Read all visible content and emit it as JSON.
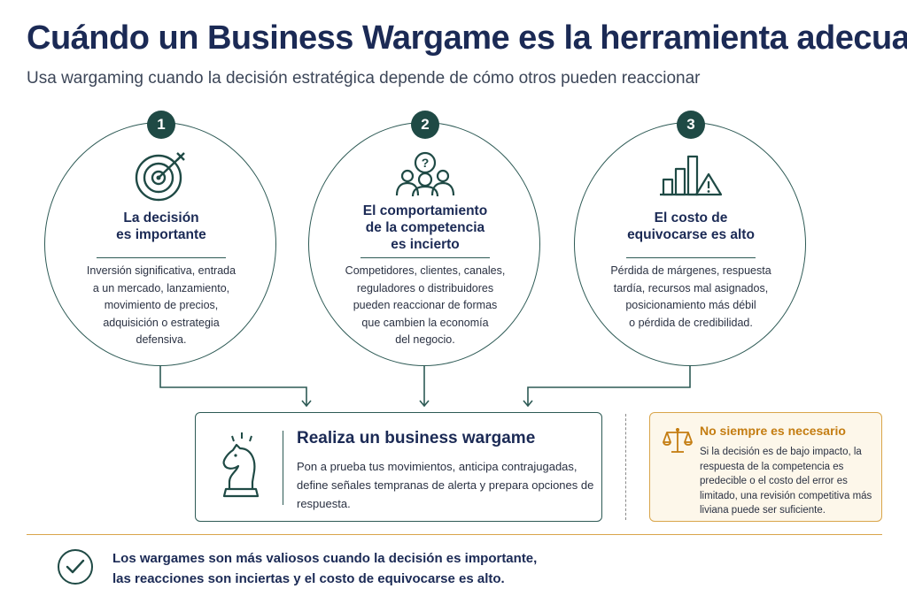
{
  "header": {
    "title": "Cuándo un Business Wargame es la herramienta adecuada",
    "subtitle": "Usa wargaming cuando la decisión estratégica depende de cómo otros pueden reaccionar"
  },
  "columns": [
    {
      "number": "1",
      "icon": "target-icon",
      "title_line1": "La decisión",
      "title_line2": "es importante",
      "title_line3": "",
      "body": [
        "Inversión significativa, entrada",
        "a un mercado, lanzamiento,",
        "movimiento de precios,",
        "adquisición o estrategia",
        "defensiva."
      ]
    },
    {
      "number": "2",
      "icon": "people-question-icon",
      "title_line1": "El comportamiento",
      "title_line2": "de la competencia",
      "title_line3": "es incierto",
      "body": [
        "Competidores, clientes, canales,",
        "reguladores o distribuidores",
        "pueden reaccionar de formas",
        "que cambien la economía",
        "del negocio."
      ]
    },
    {
      "number": "3",
      "icon": "bar-chart-warning-icon",
      "title_line1": "El costo de",
      "title_line2": "equivocarse es alto",
      "title_line3": "",
      "body": [
        "Pérdida de márgenes, respuesta",
        "tardía, recursos mal asignados,",
        "posicionamiento más débil",
        "o pérdida de credibilidad."
      ]
    }
  ],
  "action": {
    "icon": "chess-knight-icon",
    "title": "Realiza un business wargame",
    "body": "Pon a prueba tus movimientos, anticipa contrajugadas, define señales tempranas de alerta y prepara opciones de respuesta."
  },
  "warning": {
    "icon": "balance-scale-icon",
    "title": "No siempre es necesario",
    "body": "Si la decisión es de bajo impacto, la respuesta de la competencia es predecible o el costo del error es limitado, una revisión competitiva más liviana puede ser suficiente."
  },
  "conclusion": {
    "icon": "check-circle-icon",
    "line1": "Los wargames son más valiosos cuando la decisión es importante,",
    "line2": "las reacciones son inciertas y el costo de equivocarse es alto."
  },
  "colors": {
    "navy": "#1b2a55",
    "teal": "#1f4a45",
    "outline": "#2d5a55",
    "accent": "#d9a54a",
    "warn_text": "#c47d12"
  }
}
